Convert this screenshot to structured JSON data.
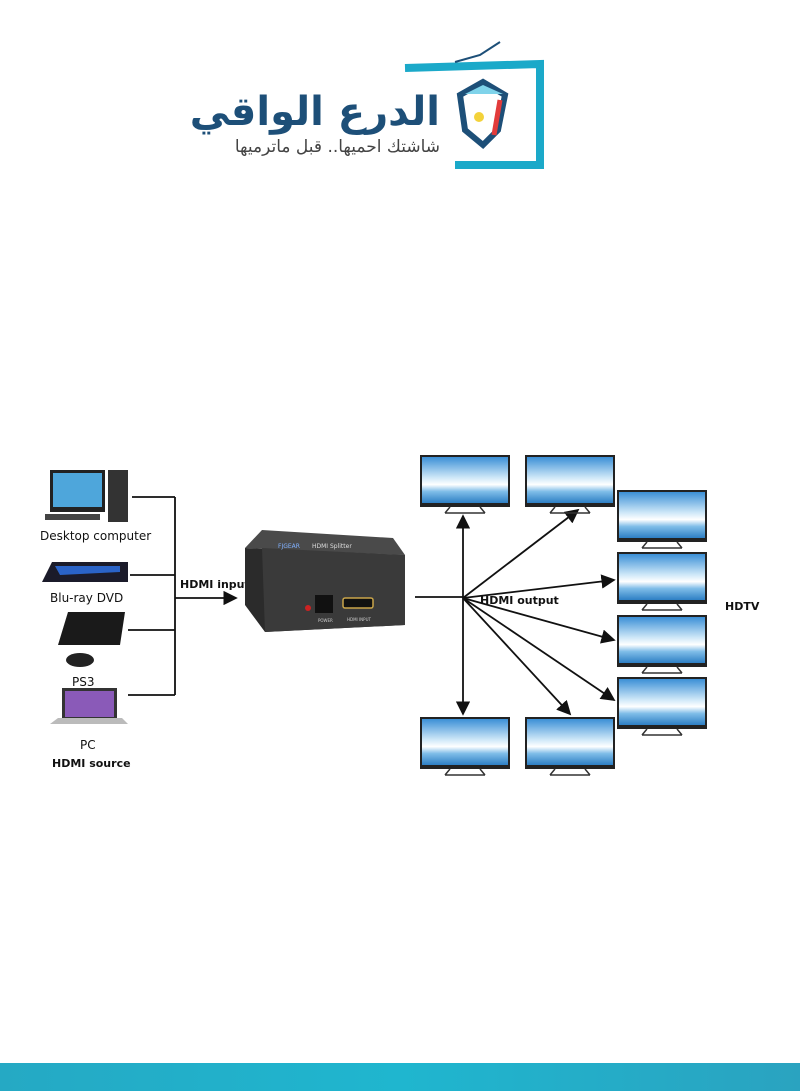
{
  "logo": {
    "title": "الدرع الواقي",
    "tagline": "شاشتك احميها.. قبل ماترميها",
    "colors": {
      "teal": "#1ba9c9",
      "navy": "#1d4f78",
      "red": "#e23b3b",
      "yellow": "#f3d23a"
    }
  },
  "sources": {
    "items": [
      {
        "label": "Desktop computer",
        "icon": "desktop-computer-icon"
      },
      {
        "label": "Blu-ray DVD",
        "icon": "bluray-player-icon"
      },
      {
        "label": "PS3",
        "icon": "game-console-icon"
      },
      {
        "label": "PC",
        "icon": "laptop-icon"
      }
    ],
    "group_label": "HDMI source"
  },
  "splitter": {
    "brand": "FJGEAR",
    "name": "HDMI Splitter",
    "power_label": "POWER",
    "input_label": "HDMI INPUT"
  },
  "connections": {
    "input_label": "HDMI input",
    "output_label": "HDMI output"
  },
  "outputs": {
    "label": "HDTV",
    "count": 8,
    "icon": "tv-icon"
  },
  "footer": {
    "color": "#1fb0cb"
  }
}
